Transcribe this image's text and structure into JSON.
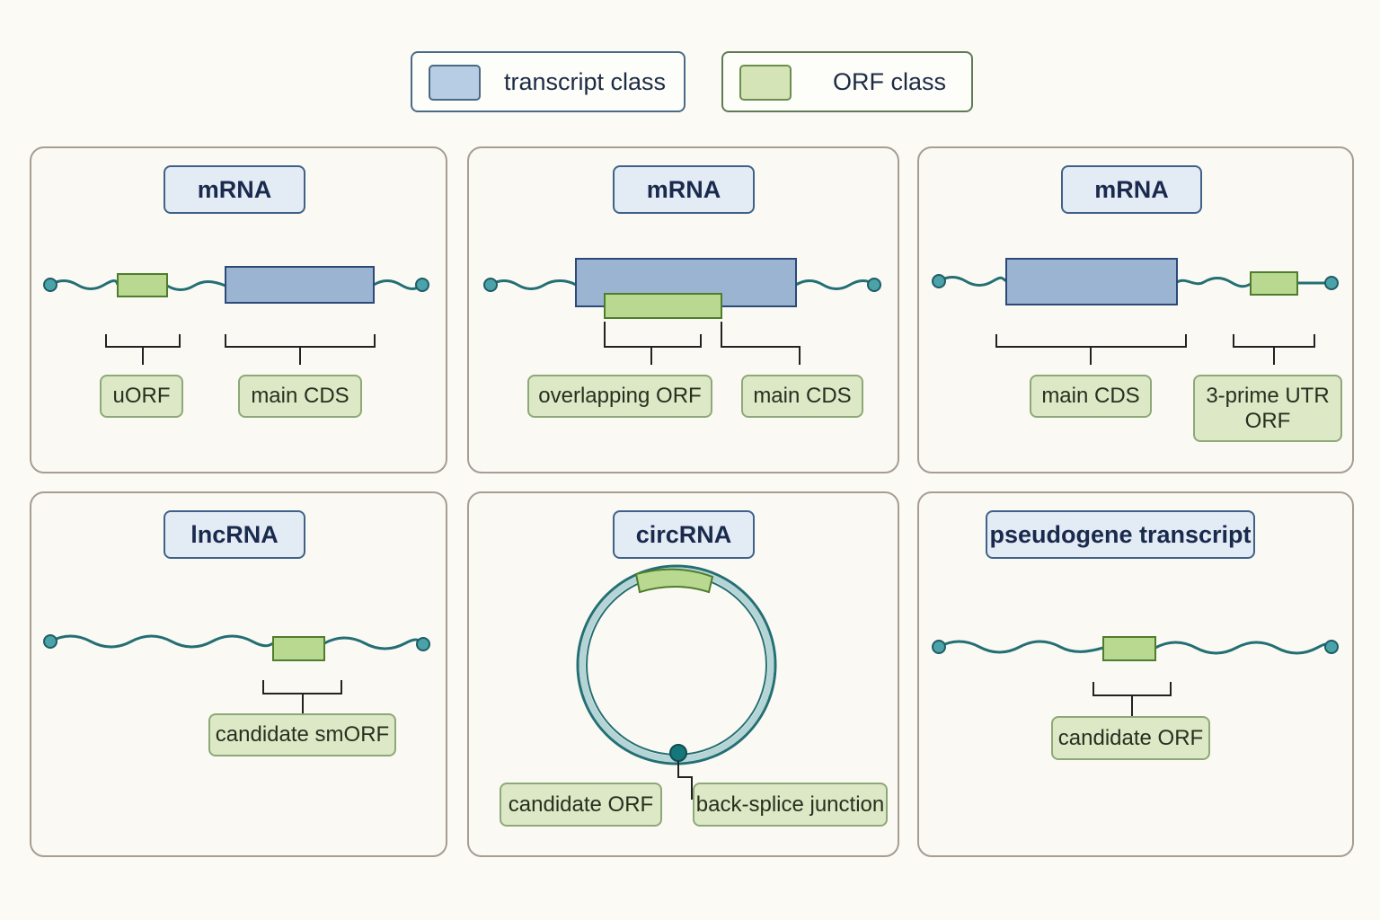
{
  "legend": {
    "transcript": {
      "label": "transcript class",
      "color": "#b7cde3",
      "border": "#4a6a86"
    },
    "orf": {
      "label": "ORF class",
      "color": "#d5e4b6",
      "border": "#6b8e4e"
    }
  },
  "colors": {
    "transcript_fill": "#9bb4d2",
    "transcript_stroke": "#2c4a78",
    "orf_fill": "#b8d98f",
    "orf_stroke": "#4e7d2c",
    "rna_line": "#236f73",
    "node_fill": "#4aa3a8"
  },
  "panels": [
    {
      "title": "mRNA",
      "labels": [
        "uORF",
        "main CDS"
      ]
    },
    {
      "title": "mRNA",
      "labels": [
        "overlapping ORF",
        "main CDS"
      ]
    },
    {
      "title": "mRNA",
      "labels": [
        "main CDS",
        "3-prime UTR ORF"
      ]
    },
    {
      "title": "lncRNA",
      "labels": [
        "candidate smORF"
      ]
    },
    {
      "title": "circRNA",
      "labels": [
        "candidate ORF",
        "back-splice junction"
      ]
    },
    {
      "title": "pseudogene transcript",
      "labels": [
        "candidate ORF"
      ]
    }
  ]
}
